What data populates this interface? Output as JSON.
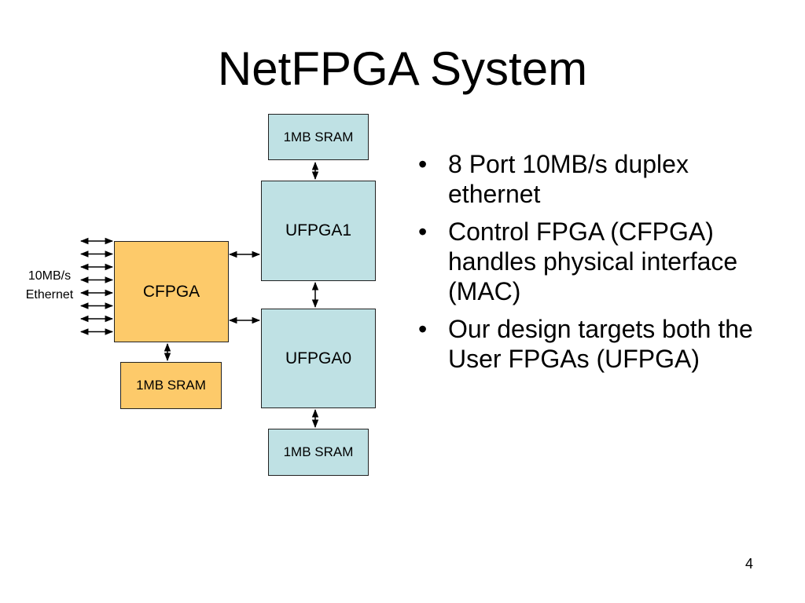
{
  "slide": {
    "title": "NetFPGA System",
    "page_number": "4"
  },
  "diagram": {
    "cfpga": "CFPGA",
    "ufpga1": "UFPGA1",
    "ufpga0": "UFPGA0",
    "sram_top": "1MB SRAM",
    "sram_bottom": "1MB SRAM",
    "sram_cfpga": "1MB SRAM",
    "ethernet_label_line1": "10MB/s",
    "ethernet_label_line2": "Ethernet",
    "ethernet_port_count": 8,
    "colors": {
      "ufpga_fill": "#bfe1e4",
      "cfpga_fill": "#fdca6a"
    }
  },
  "bullets": [
    {
      "symbol": "•",
      "text": "8 Port 10MB/s duplex ethernet"
    },
    {
      "symbol": "•",
      "text": "Control FPGA (CFPGA) handles physical interface (MAC)"
    },
    {
      "symbol": "•",
      "text": "Our design targets both the User FPGAs (UFPGA)"
    }
  ]
}
